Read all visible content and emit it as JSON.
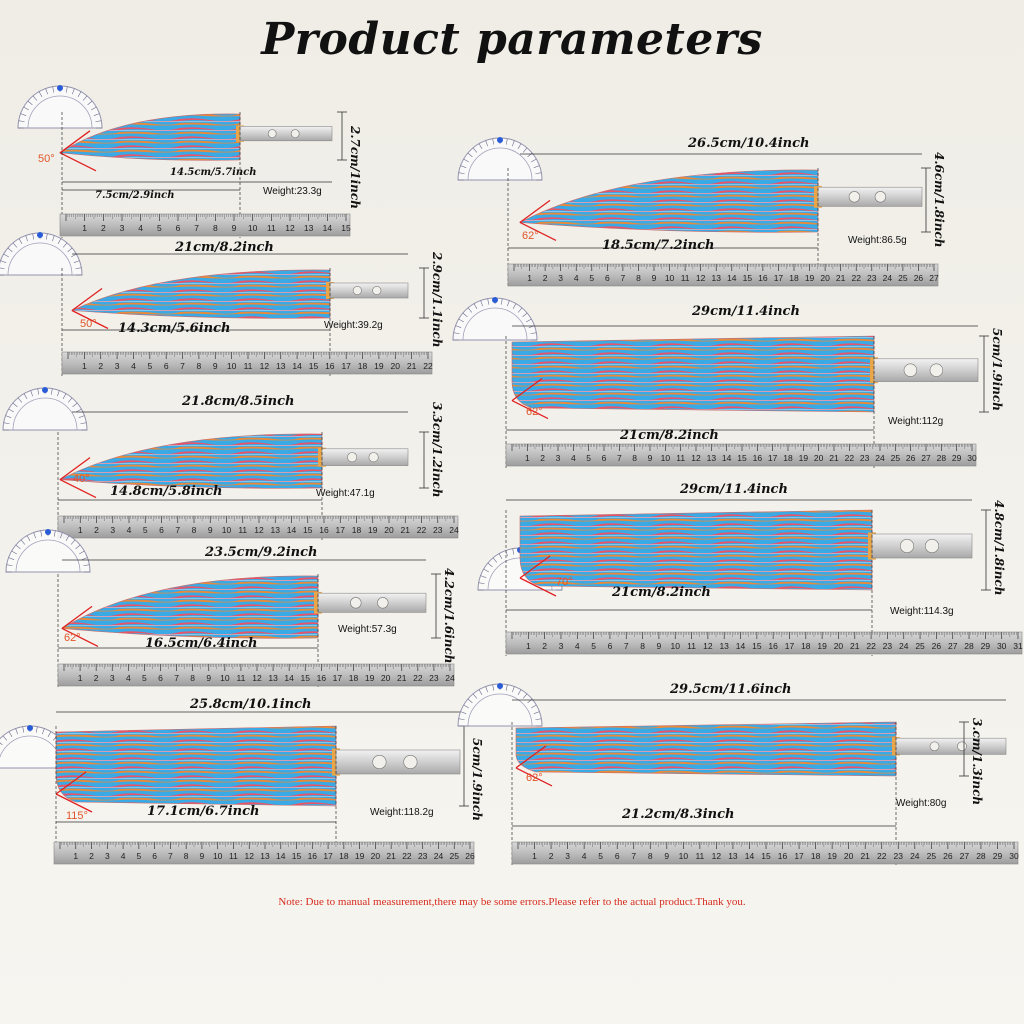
{
  "title": "Product parameters",
  "note": "Note: Due to manual measurement,there may be some errors.Please refer to the actual product.Thank you.",
  "colors": {
    "note": "#d62b1e",
    "angle": "#e0552a",
    "angle_line": "#e02020",
    "blade_blue": "#3aaae6",
    "blade_red": "#e8556a",
    "blade_orange": "#e88a3a"
  },
  "knives": [
    {
      "total": "14.5cm/5.7inch",
      "blade": "7.5cm/2.9inch",
      "height": "2.7cm/1inch",
      "weight": "Weight:23.3g",
      "angle": "50°",
      "ruler_max": 15
    },
    {
      "total": "21cm/8.2inch",
      "blade": "14.3cm/5.6inch",
      "height": "2.9cm/1.1inch",
      "weight": "Weight:39.2g",
      "angle": "50°",
      "ruler_max": 22
    },
    {
      "total": "21.8cm/8.5inch",
      "blade": "14.8cm/5.8inch",
      "height": "3.3cm/1.2inch",
      "weight": "Weight:47.1g",
      "angle": "40°",
      "ruler_max": 24
    },
    {
      "total": "23.5cm/9.2inch",
      "blade": "16.5cm/6.4inch",
      "height": "4.2cm/1.6inch",
      "weight": "Weight:57.3g",
      "angle": "62°",
      "ruler_max": 24
    },
    {
      "total": "25.8cm/10.1inch",
      "blade": "17.1cm/6.7inch",
      "height": "5cm/1.9inch",
      "weight": "Weight:118.2g",
      "angle": "115°",
      "ruler_max": 26
    },
    {
      "total": "26.5cm/10.4inch",
      "blade": "18.5cm/7.2inch",
      "height": "4.6cm/1.8inch",
      "weight": "Weight:86.5g",
      "angle": "62°",
      "ruler_max": 27
    },
    {
      "total": "29cm/11.4inch",
      "blade": "21cm/8.2inch",
      "height": "5cm/1.9inch",
      "weight": "Weight:112g",
      "angle": "62°",
      "ruler_max": 30
    },
    {
      "total": "29cm/11.4inch",
      "blade": "21cm/8.2inch",
      "height": "4.8cm/1.8inch",
      "weight": "Weight:114.3g",
      "angle": "70°",
      "ruler_max": 31
    },
    {
      "total": "29.5cm/11.6inch",
      "blade": "21.2cm/8.3inch",
      "height": "3.cm/1.3inch",
      "weight": "Weight:80g",
      "angle": "62°",
      "ruler_max": 30
    }
  ]
}
